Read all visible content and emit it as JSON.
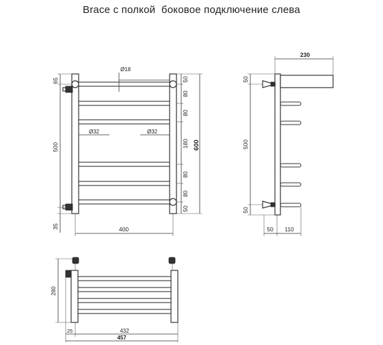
{
  "title": "Brace с полкой  боковое подключение слева",
  "front": {
    "d_connector": "Ø18",
    "d_pipe_left": "Ø32",
    "d_pipe_right": "Ø32",
    "left_dims": [
      "65",
      "500",
      "35"
    ],
    "right_spacings": [
      "50",
      "80",
      "80",
      "180",
      "80",
      "80",
      "50"
    ],
    "height_total": "600",
    "width_axis": "400"
  },
  "side": {
    "depth_total": "230",
    "left_dims": [
      "50",
      "500",
      "50"
    ],
    "bottom_dims": [
      "50",
      "110"
    ]
  },
  "top": {
    "depth": "280",
    "offset": "25",
    "width_inner": "432",
    "width_total": "457"
  }
}
